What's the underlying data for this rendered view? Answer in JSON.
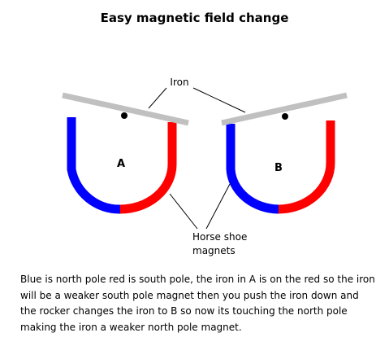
{
  "title": "Easy magnetic field change",
  "labels": {
    "iron": "Iron",
    "magnet_a": "A",
    "magnet_b": "B",
    "horse_shoe_line1": "Horse shoe",
    "horse_shoe_line2": "magnets"
  },
  "caption": "Blue is north pole red is south pole, the iron in A is on the red so the iron will be a weaker south pole magnet then you push the iron down and the rocker changes the iron to B so now its touching the north pole making the iron a weaker north pole magnet.",
  "colors": {
    "north_pole": "#0000ff",
    "south_pole": "#ff0000",
    "iron": "#c0c0c0",
    "pivot": "#000000",
    "leader_line": "#000000"
  }
}
